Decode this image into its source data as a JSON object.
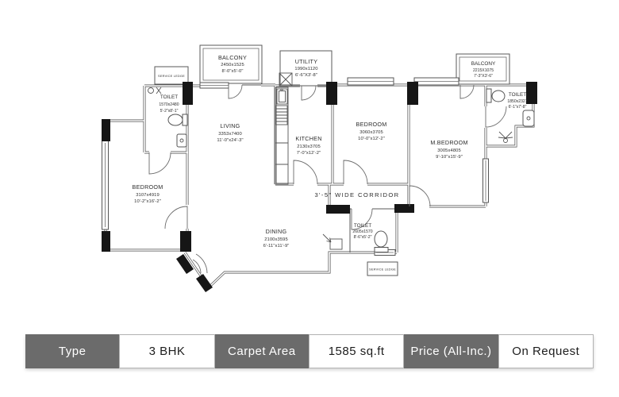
{
  "plan": {
    "corridor_label": "3'-5\" WIDE CORRIDOR",
    "service_ledge_top": "SERVICE LEDGE",
    "service_ledge_bottom": "SERVICE LEDGE",
    "rooms": {
      "toilet_tl": {
        "name": "TOILET",
        "mm": "1570x2480",
        "ft": "5'-2\"x8'-1\""
      },
      "balcony_tl": {
        "name": "BALCONY",
        "mm": "2450x1525",
        "ft": "8'-0\"x5'-0\""
      },
      "utility": {
        "name": "UTILITY",
        "mm": "1990x1120",
        "ft": "6'-6\"X3'-8\""
      },
      "living": {
        "name": "LIVING",
        "mm": "3353x7400",
        "ft": "11'-0\"x24'-3\""
      },
      "kitchen": {
        "name": "KITCHEN",
        "mm": "2130x3705",
        "ft": "7'-0\"x12'-2\""
      },
      "bedroom_mid": {
        "name": "BEDROOM",
        "mm": "3060x3705",
        "ft": "10'-0\"x12'-2\""
      },
      "master_bedroom": {
        "name": "M.BEDROOM",
        "mm": "3005x4805",
        "ft": "9'-10\"x15'-9\""
      },
      "balcony_tr": {
        "name": "BALCONY",
        "mm": "2215X1075",
        "ft": "7'-3\"X3'-6\""
      },
      "toilet_tr": {
        "name": "TOILET",
        "mm": "1850x2327",
        "ft": "6'-1\"x7'-8\""
      },
      "bedroom_left": {
        "name": "BEDROOM",
        "mm": "3107x4919",
        "ft": "10'-2\"x16'-2\""
      },
      "dining": {
        "name": "DINING",
        "mm": "2100x3595",
        "ft": "6'-11\"x11'-9\""
      },
      "toilet_bottom": {
        "name": "TOILET",
        "mm": "2605x1570",
        "ft": "8'-6\"x5'-2\""
      }
    }
  },
  "table": {
    "pairs": [
      {
        "label": "Type",
        "value": "3 BHK"
      },
      {
        "label": "Carpet Area",
        "value": "1585 sq.ft"
      },
      {
        "label": "Price (All-Inc.)",
        "value": "On Request"
      }
    ]
  },
  "colors": {
    "label_cell_bg": "#6b6b6b",
    "label_cell_text": "#ffffff",
    "value_cell_bg": "#ffffff",
    "value_cell_text": "#1d1d1d",
    "plan_line": "#4d4d4d",
    "plan_block": "#161616"
  }
}
